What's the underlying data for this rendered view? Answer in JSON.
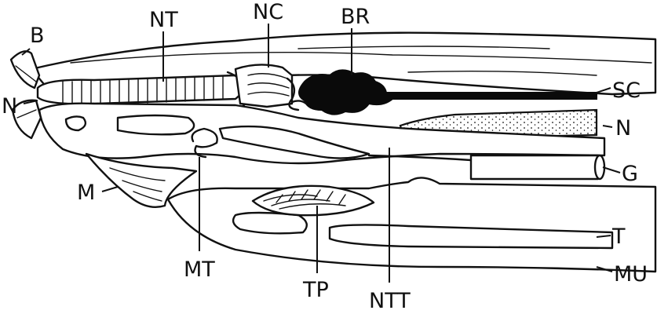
{
  "labels": {
    "B": "B",
    "NT": "NT",
    "NC": "NC",
    "BR": "BR",
    "SC": "SC",
    "N_left": "N",
    "N_right": "N",
    "G": "G",
    "M": "M",
    "MT": "MT",
    "TP": "TP",
    "NTT": "NTT",
    "T": "T",
    "MU": "MU"
  },
  "colors": {
    "line": "#111111",
    "fill": "#ffffff",
    "solid": "#0a0a0a"
  }
}
